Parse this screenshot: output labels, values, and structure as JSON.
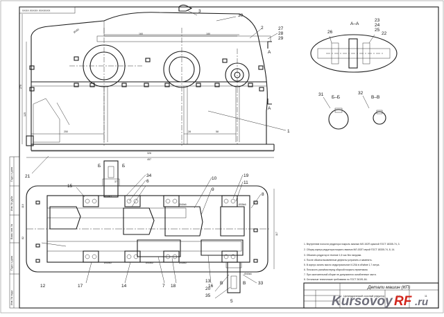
{
  "header": {
    "stamp_text": "XXXX XXXXX XXXXXXX"
  },
  "side_strip": {
    "labels": [
      "Подп. и дата",
      "Инв. № дубл.",
      "Взам. инв. №",
      "Подп. и дата",
      "Инв. № подл."
    ]
  },
  "positions": {
    "top_view": [
      "3",
      "30",
      "2",
      "27",
      "28",
      "29",
      "1",
      "21"
    ],
    "plan_view": [
      "15",
      "34",
      "6",
      "10",
      "9",
      "19",
      "11",
      "8",
      "12",
      "17",
      "14",
      "7",
      "18",
      "16",
      "13",
      "20",
      "35",
      "5",
      "33"
    ],
    "section_aa": [
      "26",
      "23",
      "24",
      "25",
      "22"
    ],
    "section_bb": [
      "31"
    ],
    "section_vv": [
      "32"
    ]
  },
  "section_titles": {
    "aa": "А–А",
    "bb": "Б–Б",
    "vv": "В–В"
  },
  "cut_letters": {
    "a": "А",
    "b": "Б",
    "v": "В"
  },
  "dimensions": {
    "top": [
      "160",
      "180",
      "Ø180",
      "250",
      "28",
      "58",
      "326",
      "457",
      "270",
      "125"
    ],
    "plan": [
      "37",
      "Ø30k6",
      "Ø30k6",
      "Ø30k6",
      "Ø40k6",
      "Ø36k6",
      "Ø35k6",
      "117",
      "82",
      "110",
      "Ø40k6"
    ]
  },
  "title_block": {
    "main_label": "Детали машин (КП)",
    "product_name": "Цилиндрический соосный редуктор",
    "scale": "1:1",
    "sheet": "11"
  },
  "tech_notes": [
    "1. Внутренние полости редуктора покрыть эмалью МЛ-152П красной ГОСТ 18335-74, 3.",
    "2. Сборку корпус редуктора покрыть эмалью МЛ-152П серой ГОСТ 18335-74, 8, 14.",
    "3. Обкатать редуктор в течение 1,5 час без нагрузки.",
    "4. После обкатки выявленные дефекты устранить и заменить.",
    "5. В корпус залить масло индустриальное И-20А в объёме 1,7 литра.",
    "6. Плоскость разъёма перед сборкой покрыть герметиком.",
    "7. При окончательной сборке не допускаются ослабленные части.",
    "8. Остальные технические требования по ГОСТ 26191-84."
  ],
  "watermark": {
    "brand": "Kursovoy",
    "accent": "RF",
    "suffix": ".ru"
  },
  "colors": {
    "ink": "#1b1b1b",
    "accent": "#d1241b",
    "wm_grey": "#6e6e7a"
  }
}
